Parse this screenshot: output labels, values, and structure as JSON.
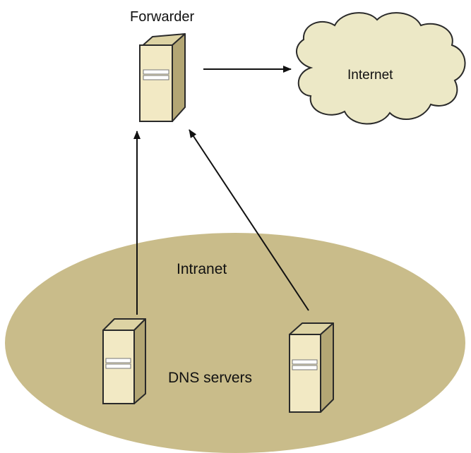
{
  "labels": {
    "forwarder": "Forwarder",
    "internet": "Internet",
    "intranet": "Intranet",
    "dns_servers": "DNS servers"
  },
  "icons": {
    "server": "server-tower-icon",
    "cloud": "cloud-icon",
    "arrow": "arrow-icon"
  },
  "colors": {
    "background": "#ffffff",
    "intranet_fill": "#c9bc8a",
    "cloud_fill": "#ece8c6",
    "server_front": "#f2e9c4",
    "server_side": "#b3a674",
    "server_top": "#ddd3a4",
    "outline": "#2a2a2a",
    "text": "#111111"
  }
}
